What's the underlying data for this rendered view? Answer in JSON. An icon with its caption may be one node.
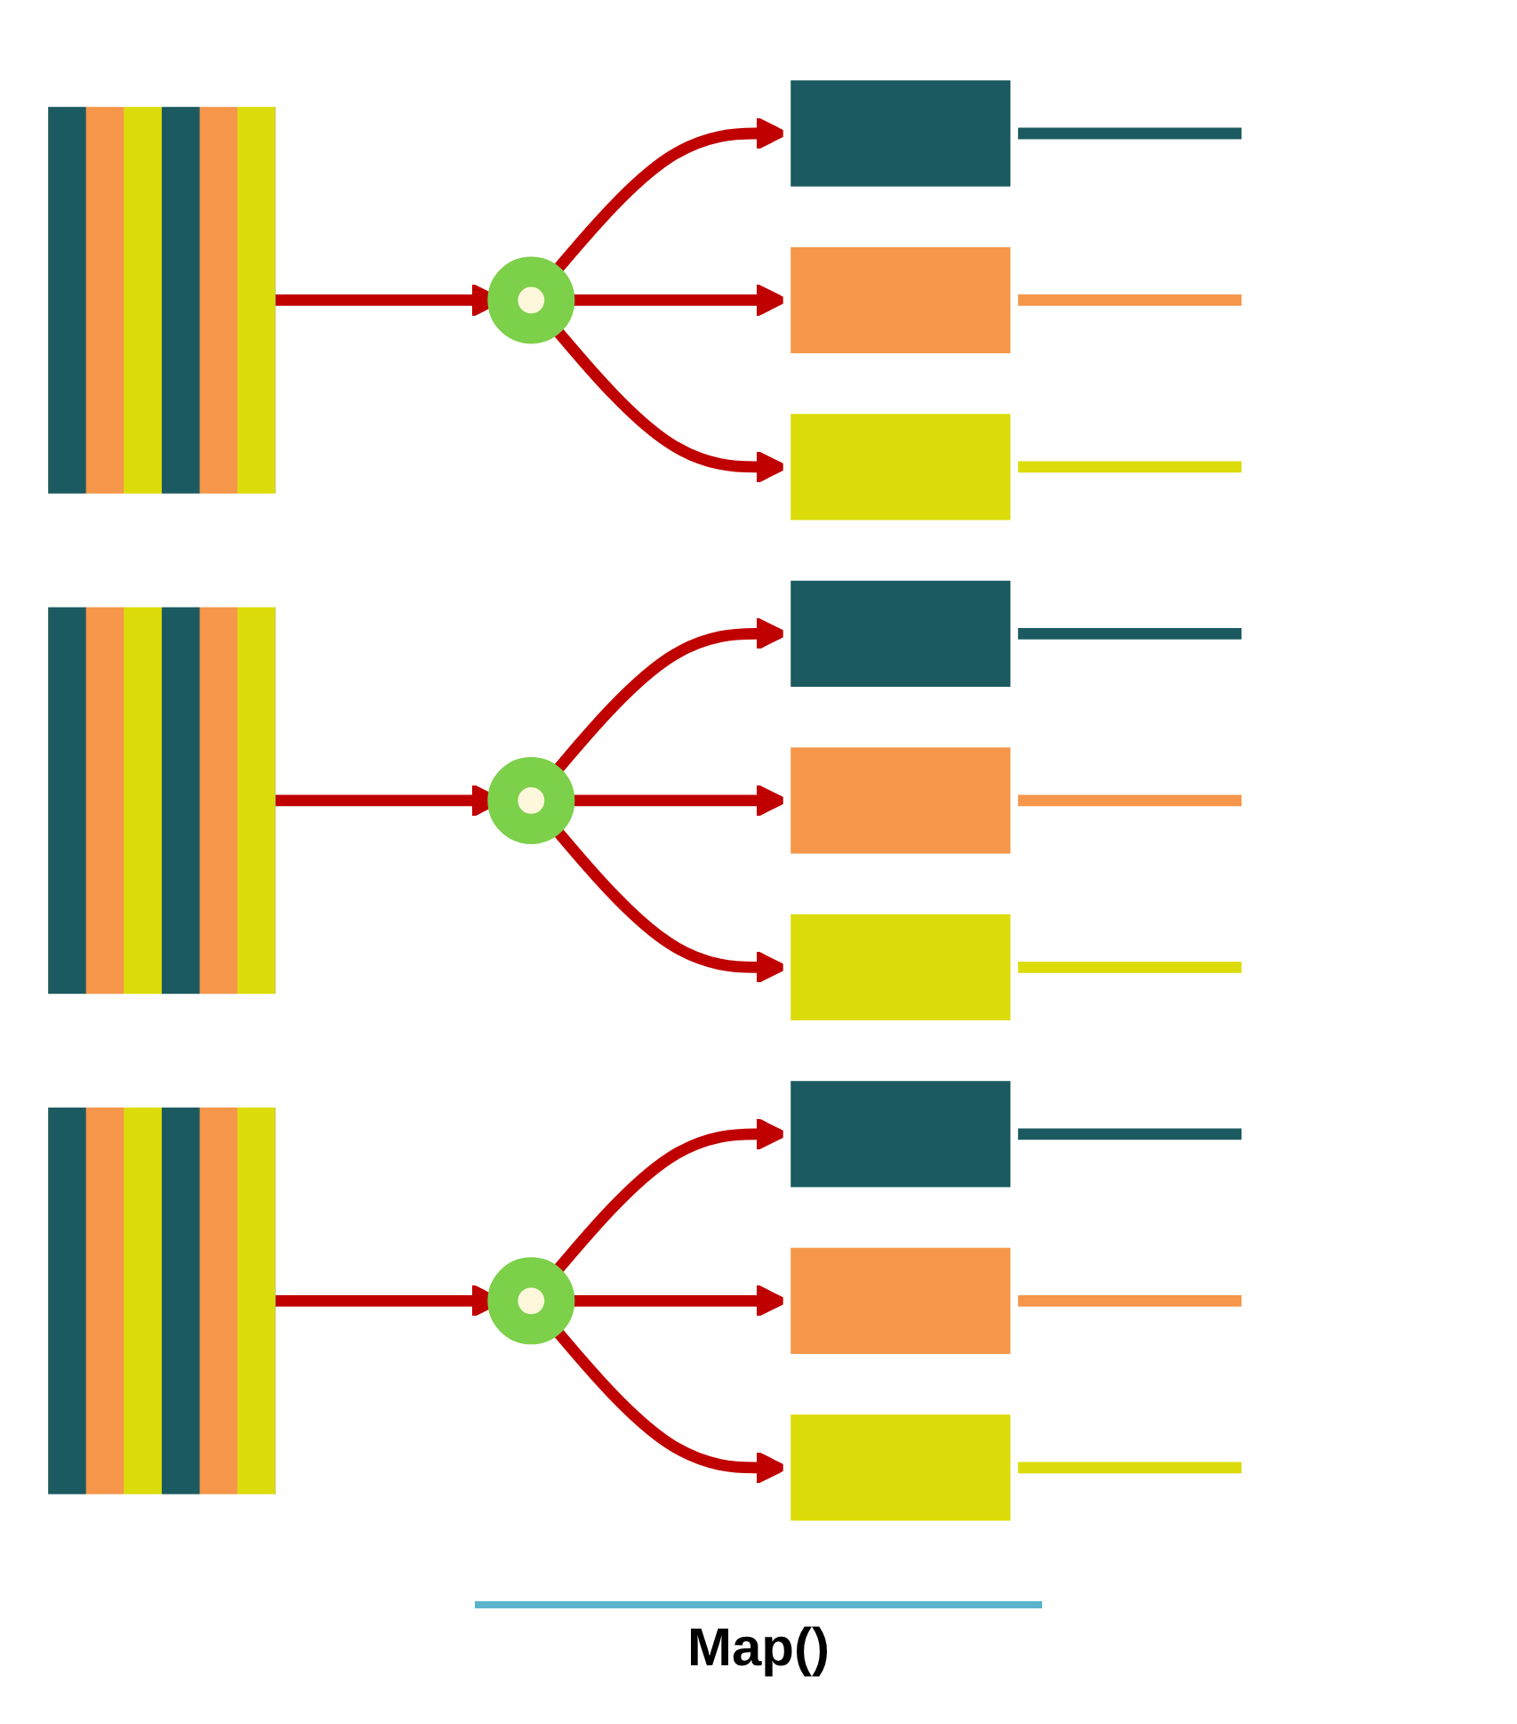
{
  "diagram": {
    "nodes": [
      {
        "text": [],
        "shape": "box"
      },
      {
        "text": [],
        "shape": "circle"
      },
      {
        "text": [],
        "shape": "bar"
      },
      {
        "text": [],
        "shape": "bar"
      },
      {
        "text": [],
        "shape": "bar"
      },
      {
        "text": [],
        "shape": "box"
      },
      {
        "text": [],
        "shape": "circle"
      },
      {
        "text": [],
        "shape": "bar"
      },
      {
        "text": [],
        "shape": "bar"
      },
      {
        "text": [],
        "shape": "bar"
      },
      {
        "text": [],
        "shape": "box"
      },
      {
        "text": [],
        "shape": "circle"
      },
      {
        "text": [],
        "shape": "bar"
      },
      {
        "text": [],
        "shape": "bar"
      },
      {
        "text": [],
        "shape": "bar"
      }
    ],
    "edges": [
      {
        "from": 0,
        "to": 1,
        "arrow": "to"
      },
      {
        "from": 1,
        "to": 2,
        "arrow": "to"
      },
      {
        "from": 1,
        "to": 3,
        "arrow": "to"
      },
      {
        "from": 1,
        "to": 4,
        "arrow": "to"
      },
      {
        "from": 2,
        "to": null,
        "arrow": "none",
        "color": "#1b5a60"
      },
      {
        "from": 3,
        "to": null,
        "arrow": "none",
        "color": "#f5964a"
      },
      {
        "from": 4,
        "to": null,
        "arrow": "none",
        "color": "#dcdc0a"
      },
      {
        "from": 5,
        "to": 6,
        "arrow": "to"
      },
      {
        "from": 6,
        "to": 7,
        "arrow": "to"
      },
      {
        "from": 6,
        "to": 8,
        "arrow": "to"
      },
      {
        "from": 6,
        "to": 9,
        "arrow": "to"
      },
      {
        "from": 7,
        "to": null,
        "arrow": "none",
        "color": "#1b5a60"
      },
      {
        "from": 8,
        "to": null,
        "arrow": "none",
        "color": "#f5964a"
      },
      {
        "from": 9,
        "to": null,
        "arrow": "none",
        "color": "#dcdc0a"
      },
      {
        "from": 10,
        "to": 11,
        "arrow": "to"
      },
      {
        "from": 11,
        "to": 12,
        "arrow": "to"
      },
      {
        "from": 11,
        "to": 13,
        "arrow": "to"
      },
      {
        "from": 11,
        "to": 14,
        "arrow": "to"
      },
      {
        "from": 12,
        "to": null,
        "arrow": "none",
        "color": "#1b5a60"
      },
      {
        "from": 13,
        "to": null,
        "arrow": "none",
        "color": "#f5964a"
      },
      {
        "from": 14,
        "to": null,
        "arrow": "none",
        "color": "#dcdc0a"
      }
    ],
    "labels": [
      "Map()"
    ]
  }
}
